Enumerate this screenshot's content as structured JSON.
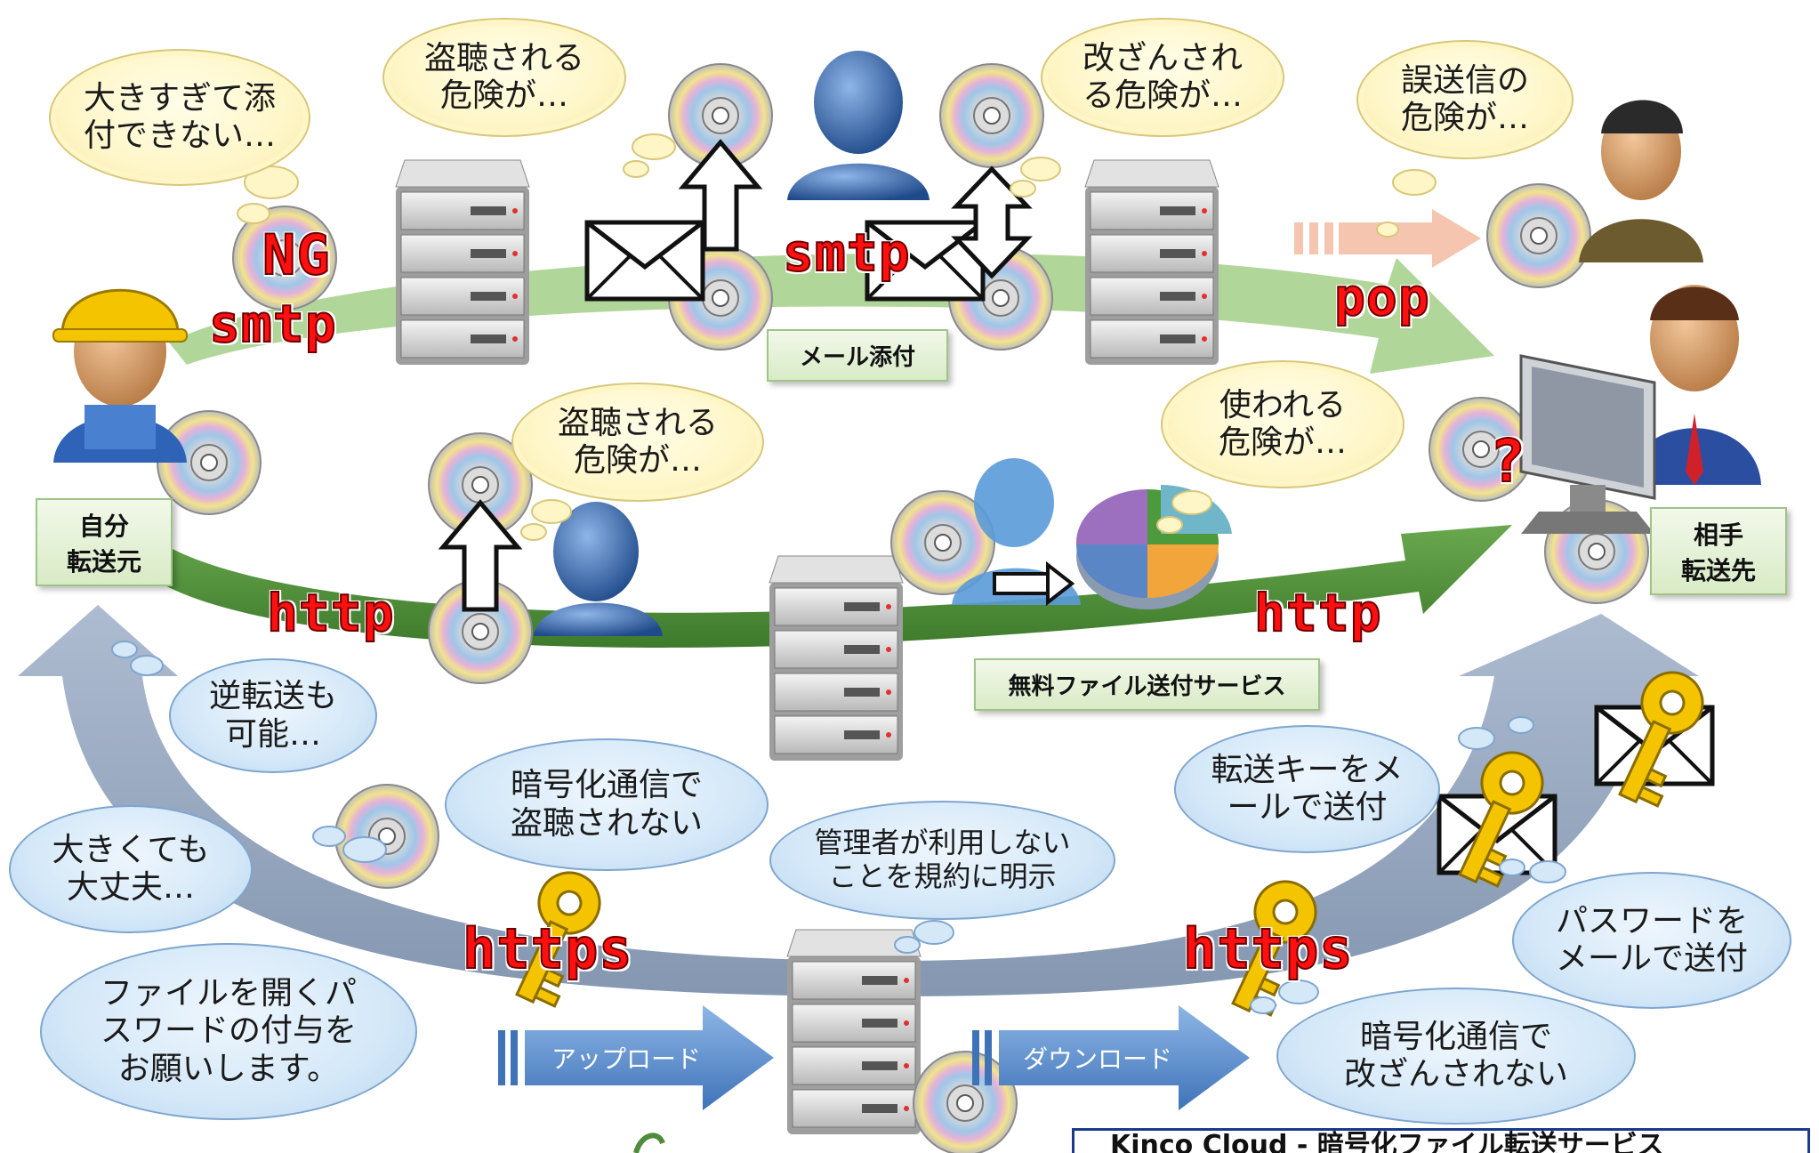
{
  "nodes": {
    "sender": {
      "line1": "自分",
      "line2": "転送元"
    },
    "receiver": {
      "line1": "相手",
      "line2": "転送先"
    },
    "mail_attach_label": "メール添付",
    "free_service_label": "無料ファイル送付サービス"
  },
  "protocols": {
    "ng": "NG",
    "smtp_left": "smtp",
    "smtp_mid": "smtp",
    "pop": "pop",
    "http_left": "http",
    "http_right": "http",
    "https_left": "https",
    "https_right": "https",
    "question_mark": "?"
  },
  "arrows": {
    "upload": "アップロード",
    "download": "ダウンロード"
  },
  "thought_bubbles": {
    "too_big": "大きすぎて添\n付できない…",
    "eavesdrop_top": "盗聴される\n危険が…",
    "tamper_top": "改ざんされ\nる危険が…",
    "missend": "誤送信の\n危険が…",
    "eavesdrop_mid": "盗聴される\n危険が…",
    "used": "使われる\n危険が…"
  },
  "cloud_bubbles": {
    "reverse": "逆転送も\n可能…",
    "big_ok": "大きくても\n大丈夫…",
    "password_request": "ファイルを開くパ\nスワードの付与を\nお願いします。",
    "encrypt_no_eavesdrop": "暗号化通信で\n盗聴されない",
    "admin_policy": "管理者が利用しない\nことを規約に明示",
    "key_by_mail": "転送キーをメ\nールで送付",
    "password_by_mail": "パスワードを\nメールで送付",
    "encrypt_no_tamper": "暗号化通信で\n改ざんされない"
  },
  "footer": {
    "title": "Kinco Cloud - 暗号化ファイル転送サービス"
  },
  "colors": {
    "green_dark": "#4e8b3a",
    "green_light": "#a9d18e",
    "blue_grey": "#8497b0",
    "upload_blue": "#5b8fd0",
    "key_gold": "#f5c400",
    "protocol_red": "#ff1010"
  }
}
